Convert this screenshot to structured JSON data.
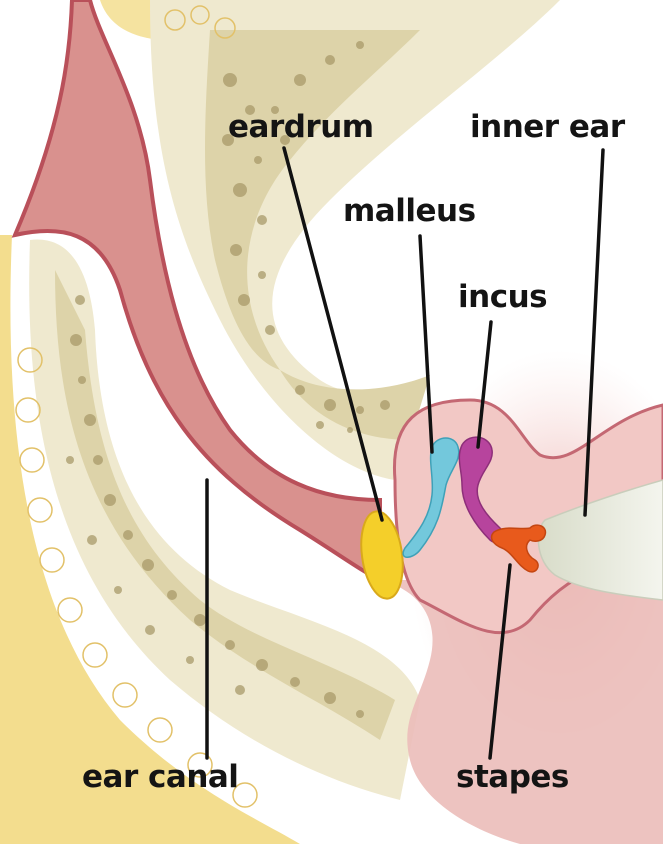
{
  "labels": {
    "eardrum": "eardrum",
    "inner_ear": "inner ear",
    "malleus": "malleus",
    "incus": "incus",
    "ear_canal": "ear canal",
    "stapes": "stapes"
  },
  "colors": {
    "canal_skin": "#d9918e",
    "canal_edge": "#b9505a",
    "bone": "#efe9cf",
    "bone_pore": "#a89a6a",
    "fat": "#f3dd8e",
    "eardrum": "#f4cf2a",
    "malleus": "#73c8dc",
    "incus": "#b7449d",
    "stapes": "#e85a1c",
    "inner_ear": "#e7ebdf",
    "leader_line": "#111111"
  },
  "icons": [
    "eardrum-shape",
    "malleus-bone",
    "incus-bone",
    "stapes-bone",
    "inner-ear-shape"
  ]
}
